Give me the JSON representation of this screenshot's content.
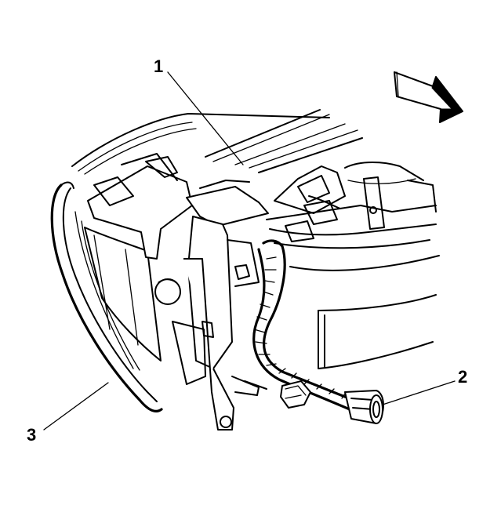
{
  "diagram": {
    "callouts": [
      {
        "id": "1",
        "label": "1"
      },
      {
        "id": "2",
        "label": "2"
      },
      {
        "id": "3",
        "label": "3"
      }
    ],
    "direction_arrow": {
      "icon": "direction-arrow-icon"
    }
  }
}
